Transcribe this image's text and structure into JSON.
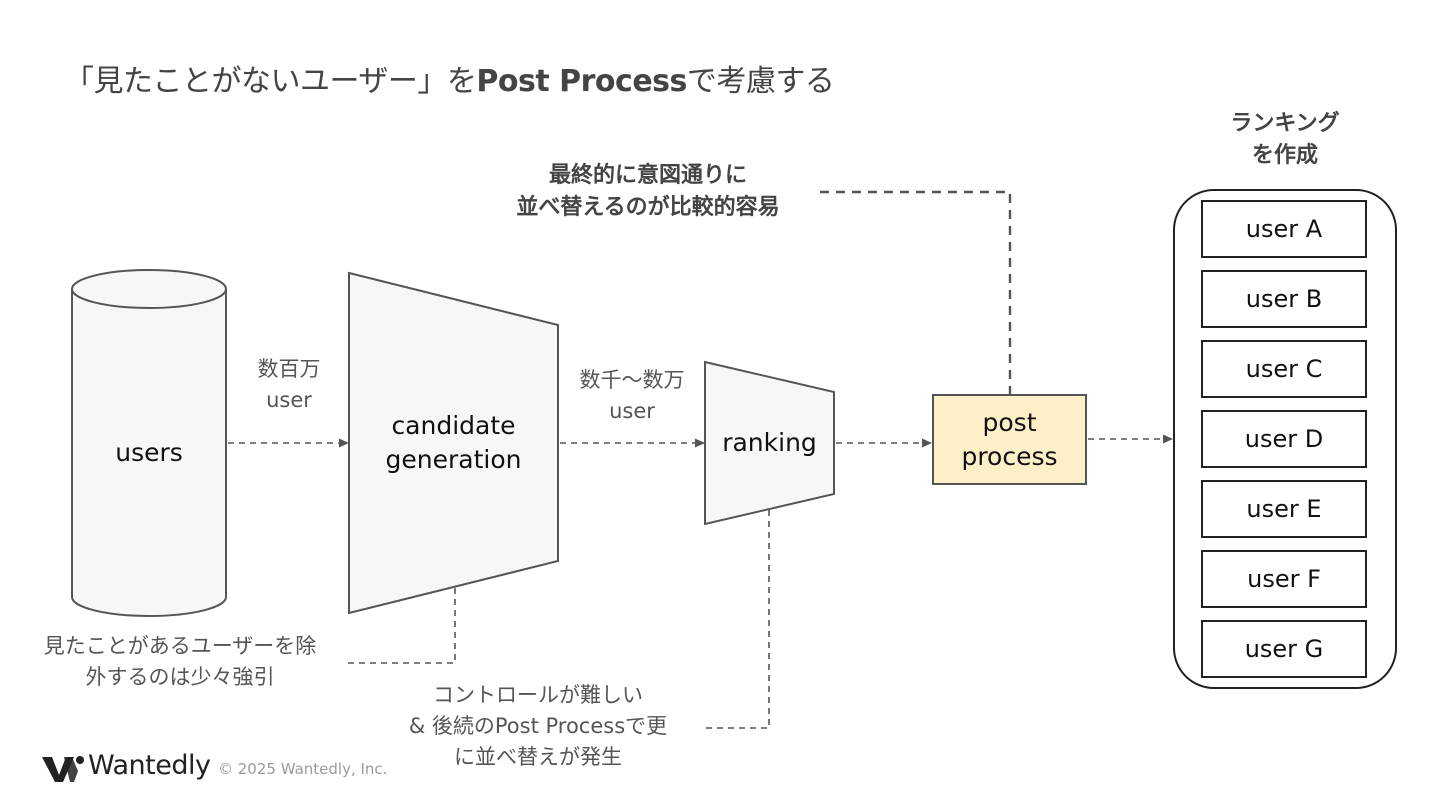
{
  "title": {
    "prefix": "「見たことがないユーザー」を",
    "emphasis": "Post Process",
    "suffix": "で考慮する"
  },
  "nodes": {
    "users": "users",
    "candidate_generation_line1": "candidate",
    "candidate_generation_line2": "generation",
    "ranking": "ranking",
    "post_process_line1": "post",
    "post_process_line2": "process"
  },
  "edge_labels": {
    "users_to_candidates_line1": "数百万",
    "users_to_candidates_line2": "user",
    "candidates_to_ranking_line1": "数千〜数万",
    "candidates_to_ranking_line2": "user"
  },
  "notes": {
    "post_process_line1": "最終的に意図通りに",
    "post_process_line2": "並べ替えるのが比較的容易",
    "candidate_line1": "見たことがあるユーザーを除",
    "candidate_line2": "外するのは少々強引",
    "ranking_line1": "コントロールが難しい",
    "ranking_line2": "& 後続のPost Processで更",
    "ranking_line3": "に並べ替えが発生"
  },
  "ranking_output": {
    "header_line1": "ランキング",
    "header_line2": "を作成",
    "users": [
      "user A",
      "user B",
      "user C",
      "user D",
      "user E",
      "user F",
      "user G"
    ]
  },
  "colors": {
    "shape_fill": "#f7f7f7",
    "shape_stroke": "#555555",
    "post_process_fill": "#fdf0c8",
    "dashed_line": "#555555"
  },
  "footer": {
    "logo_text": "Wantedly",
    "copyright": "© 2025 Wantedly, Inc."
  }
}
